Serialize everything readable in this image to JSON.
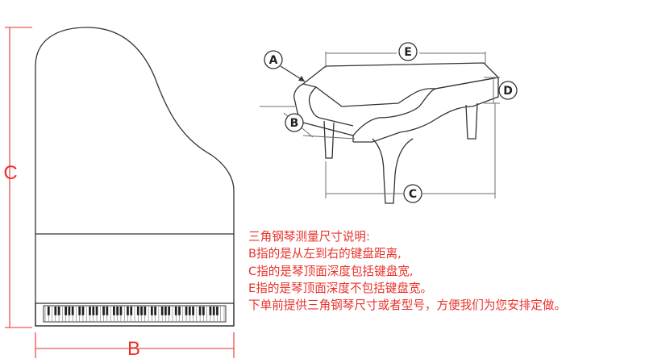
{
  "diagram": {
    "labels": {
      "top_C": "C",
      "top_B": "B",
      "callout_A": "A",
      "callout_B": "B",
      "callout_C": "C",
      "callout_D": "D",
      "callout_E": "E"
    },
    "colors": {
      "dimension_red": "#e8322b",
      "outline": "#333333",
      "dimension_gray": "#6e6e6e"
    }
  },
  "notes": {
    "title": "三角钢琴测量尺寸说明:",
    "lines": [
      "B指的是从左到右的键盘距离,",
      "C指的是琴顶面深度包括键盘宽,",
      "E指的是琴顶面深度不包括键盘宽。",
      "下单前提供三角钢琴尺寸或者型号，方便我们为您安排定做。"
    ]
  }
}
